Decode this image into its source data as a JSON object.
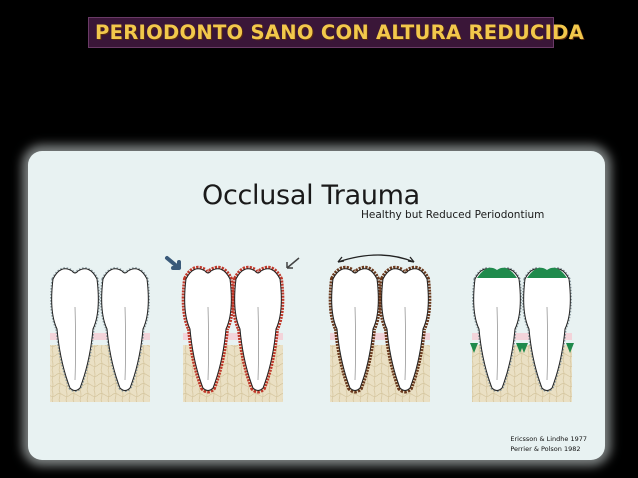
{
  "slide": {
    "title": "PERIODONTO SANO CON ALTURA REDUCIDA"
  },
  "figure": {
    "title": "Occlusal Trauma",
    "subtitle": "Healthy but Reduced Periodontium",
    "references": [
      "Ericsson & Lindhe 1977",
      "Perrier & Polson 1982"
    ],
    "panels": [
      {
        "id": "normal",
        "ligament": "normal"
      },
      {
        "id": "jiggling-force",
        "ligament": "widened-inflamed",
        "force": "arrows"
      },
      {
        "id": "mobility",
        "ligament": "widened-dark",
        "force": "double-arrow"
      },
      {
        "id": "adapted",
        "ligament": "normal",
        "marks": "green-occlusal-and-crestal"
      }
    ]
  },
  "colors": {
    "banner_bg": "#3a1638",
    "banner_text": "#f2c84b",
    "panel_bg": "#e8f2f2",
    "bone": "#eae0c4",
    "gingiva": "#f4cfd6",
    "inflamed_pdl": "#c0392b",
    "dark_pdl": "#6b3a1e",
    "adapted_mark": "#1f8a4c"
  }
}
